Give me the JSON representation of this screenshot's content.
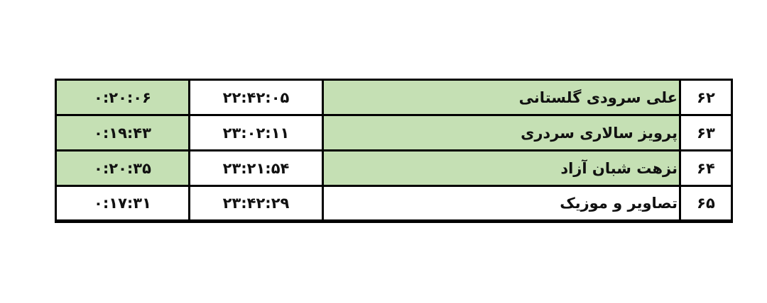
{
  "colors": {
    "highlight": "#c5e0b4",
    "plain": "#ffffff",
    "border": "#000000"
  },
  "rows": [
    {
      "number": "۶۲",
      "title": "علی سرودی گلستانی",
      "start": "۲۲:۴۲:۰۵",
      "duration": "۰:۲۰:۰۶"
    },
    {
      "number": "۶۳",
      "title": "پرویز سالاری سردری",
      "start": "۲۳:۰۲:۱۱",
      "duration": "۰:۱۹:۴۳"
    },
    {
      "number": "۶۴",
      "title": "نزهت شبان آزاد",
      "start": "۲۳:۲۱:۵۴",
      "duration": "۰:۲۰:۳۵"
    },
    {
      "number": "۶۵",
      "title": "تصاویر و موزیک",
      "start": "۲۳:۴۲:۲۹",
      "duration": "۰:۱۷:۳۱"
    }
  ]
}
